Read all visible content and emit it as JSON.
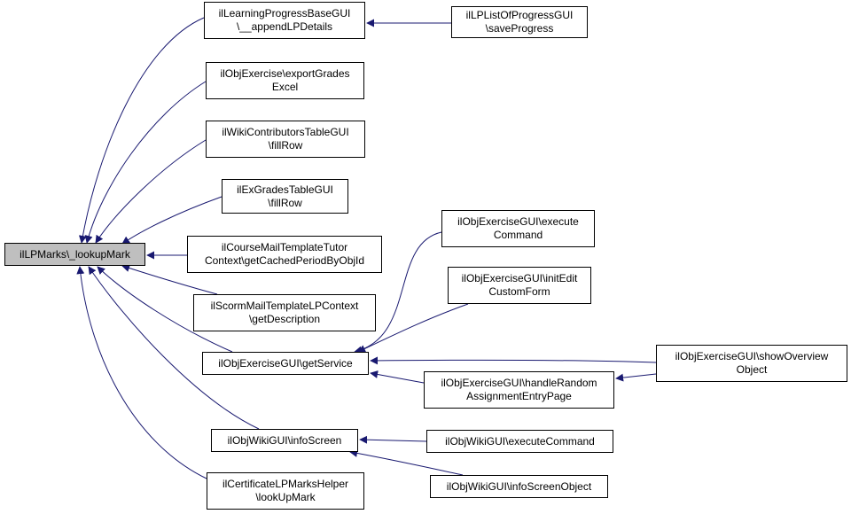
{
  "colors": {
    "edge": "#191970",
    "root_fill": "#bfbfbf",
    "node_fill": "#ffffff",
    "border": "#000000"
  },
  "nodes": {
    "root": {
      "lines": [
        "ilLPMarks\\_lookupMark"
      ]
    },
    "lpbase": {
      "lines": [
        "ilLearningProgressBaseGUI",
        "\\__appendLPDetails"
      ]
    },
    "lplist": {
      "lines": [
        "ilLPListOfProgressGUI",
        "\\saveProgress"
      ]
    },
    "exgrades": {
      "lines": [
        "ilObjExercise\\exportGrades",
        "Excel"
      ]
    },
    "wiki": {
      "lines": [
        "ilWikiContributorsTableGUI",
        "\\fillRow"
      ]
    },
    "exgt": {
      "lines": [
        "ilExGradesTableGUI",
        "\\fillRow"
      ]
    },
    "course": {
      "lines": [
        "ilCourseMailTemplateTutor",
        "Context\\getCachedPeriodByObjId"
      ]
    },
    "scorm": {
      "lines": [
        "ilScormMailTemplateLPContext",
        "\\getDescription"
      ]
    },
    "getsvc": {
      "lines": [
        "ilObjExerciseGUI\\getService"
      ]
    },
    "infoscreen": {
      "lines": [
        "ilObjWikiGUI\\infoScreen"
      ]
    },
    "cert": {
      "lines": [
        "ilCertificateLPMarksHelper",
        "\\lookUpMark"
      ]
    },
    "execcmd": {
      "lines": [
        "ilObjExerciseGUI\\execute",
        "Command"
      ]
    },
    "initedit": {
      "lines": [
        "ilObjExerciseGUI\\initEdit",
        "CustomForm"
      ]
    },
    "handle": {
      "lines": [
        "ilObjExerciseGUI\\handleRandom",
        "AssignmentEntryPage"
      ]
    },
    "showov": {
      "lines": [
        "ilObjExerciseGUI\\showOverview",
        "Object"
      ]
    },
    "wikiexec": {
      "lines": [
        "ilObjWikiGUI\\executeCommand"
      ]
    },
    "wikiinfo": {
      "lines": [
        "ilObjWikiGUI\\infoScreenObject"
      ]
    }
  }
}
